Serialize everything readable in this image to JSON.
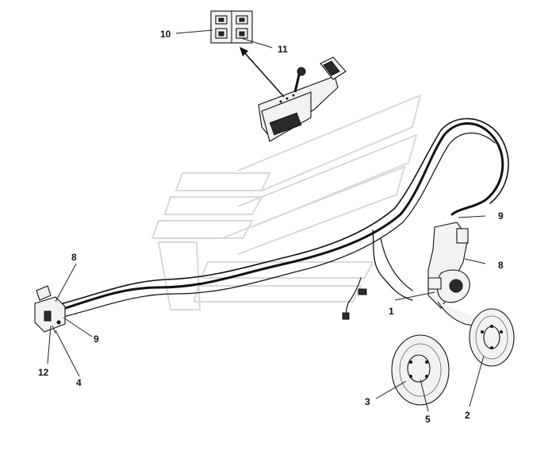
{
  "diagram": {
    "callouts": {
      "c1": "1",
      "c2": "2",
      "c3": "3",
      "c4": "4",
      "c5": "5",
      "c8_right": "8",
      "c8_left": "8",
      "c9_right": "9",
      "c9_left": "9",
      "c10": "10",
      "c11": "11",
      "c12": "12"
    }
  }
}
